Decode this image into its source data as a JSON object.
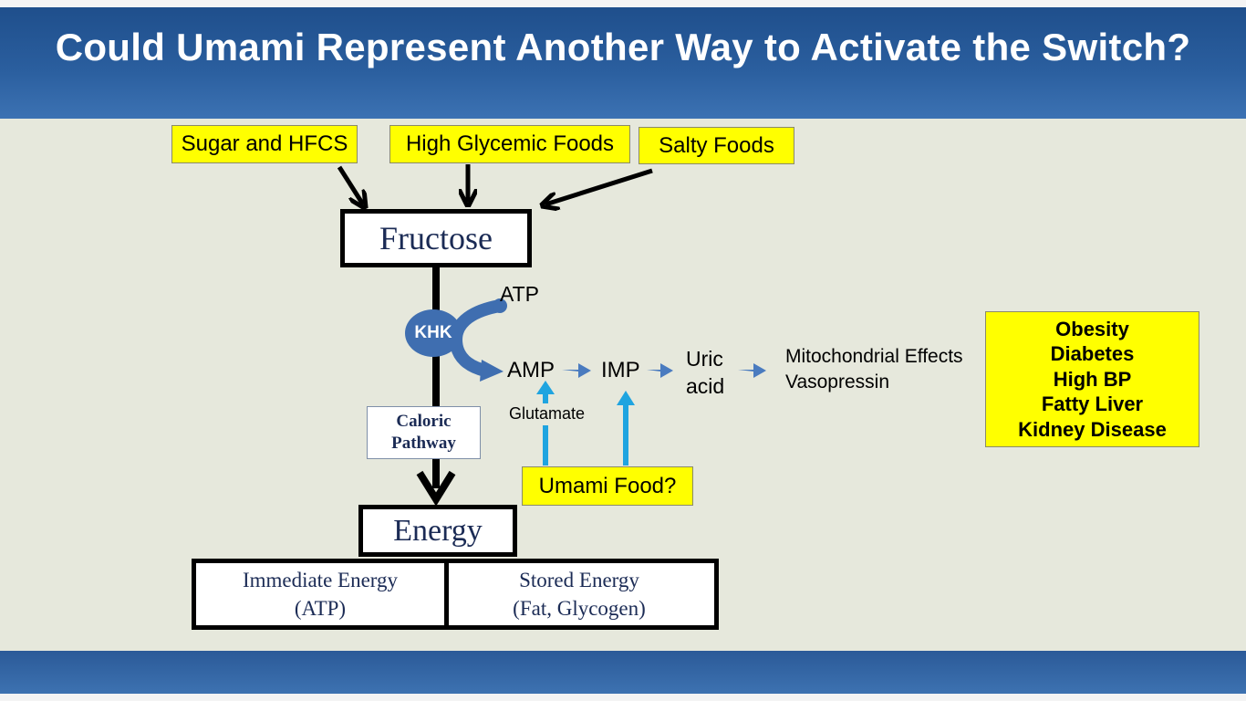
{
  "slide": {
    "title": "Could Umami Represent Another Way to Activate the Switch?"
  },
  "sources": {
    "sugar": "Sugar and HFCS",
    "glycemic": "High Glycemic Foods",
    "salty": "Salty Foods"
  },
  "fructose": "Fructose",
  "atp": "ATP",
  "khk": "KHK",
  "amp": "AMP",
  "imp": "IMP",
  "uric_acid": [
    "Uric",
    "acid"
  ],
  "effects": [
    "Mitochondrial Effects",
    "Vasopressin"
  ],
  "glutamate": "Glutamate",
  "umami": "Umami Food?",
  "caloric_pathway": [
    "Caloric",
    "Pathway"
  ],
  "energy": "Energy",
  "immediate_energy": [
    "Immediate Energy",
    "(ATP)"
  ],
  "stored_energy": [
    "Stored Energy",
    "(Fat, Glycogen)"
  ],
  "outcomes": [
    "Obesity",
    "Diabetes",
    "High BP",
    "Fatty Liver",
    "Kidney Disease"
  ],
  "colors": {
    "header": "#2a5e9e",
    "content_bg": "#e6e8dc",
    "highlight": "#ffff00",
    "khk": "#3f6eb0",
    "flow_arrow": "#4a7bbf",
    "umami_arrow": "#1fa4e0"
  }
}
